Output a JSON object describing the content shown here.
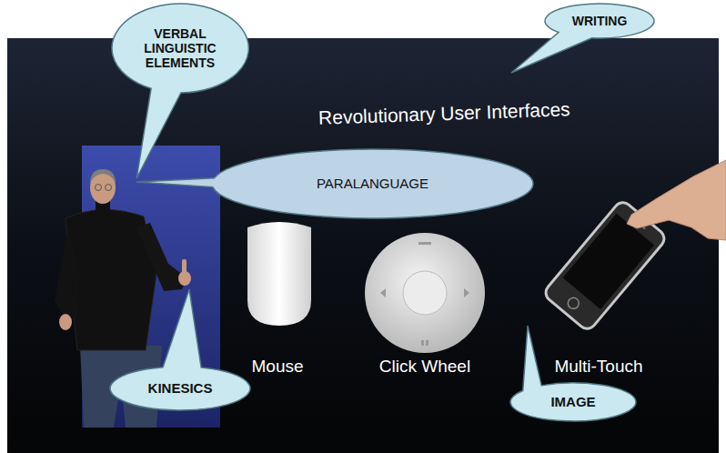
{
  "diagram": {
    "nodes": [
      {
        "text": [
          "VERBAL LINGUISTIC ELEMENTS"
        ]
      },
      {
        "text": [
          "WRITING"
        ]
      },
      {
        "text": [
          "PARALANGUAGE"
        ]
      },
      {
        "text": [
          "KINESICS"
        ]
      },
      {
        "text": [
          "IMAGE"
        ]
      }
    ],
    "labels": [
      "Revolutionary User Interfaces",
      "Mouse",
      "Click Wheel",
      "Multi-Touch"
    ]
  }
}
